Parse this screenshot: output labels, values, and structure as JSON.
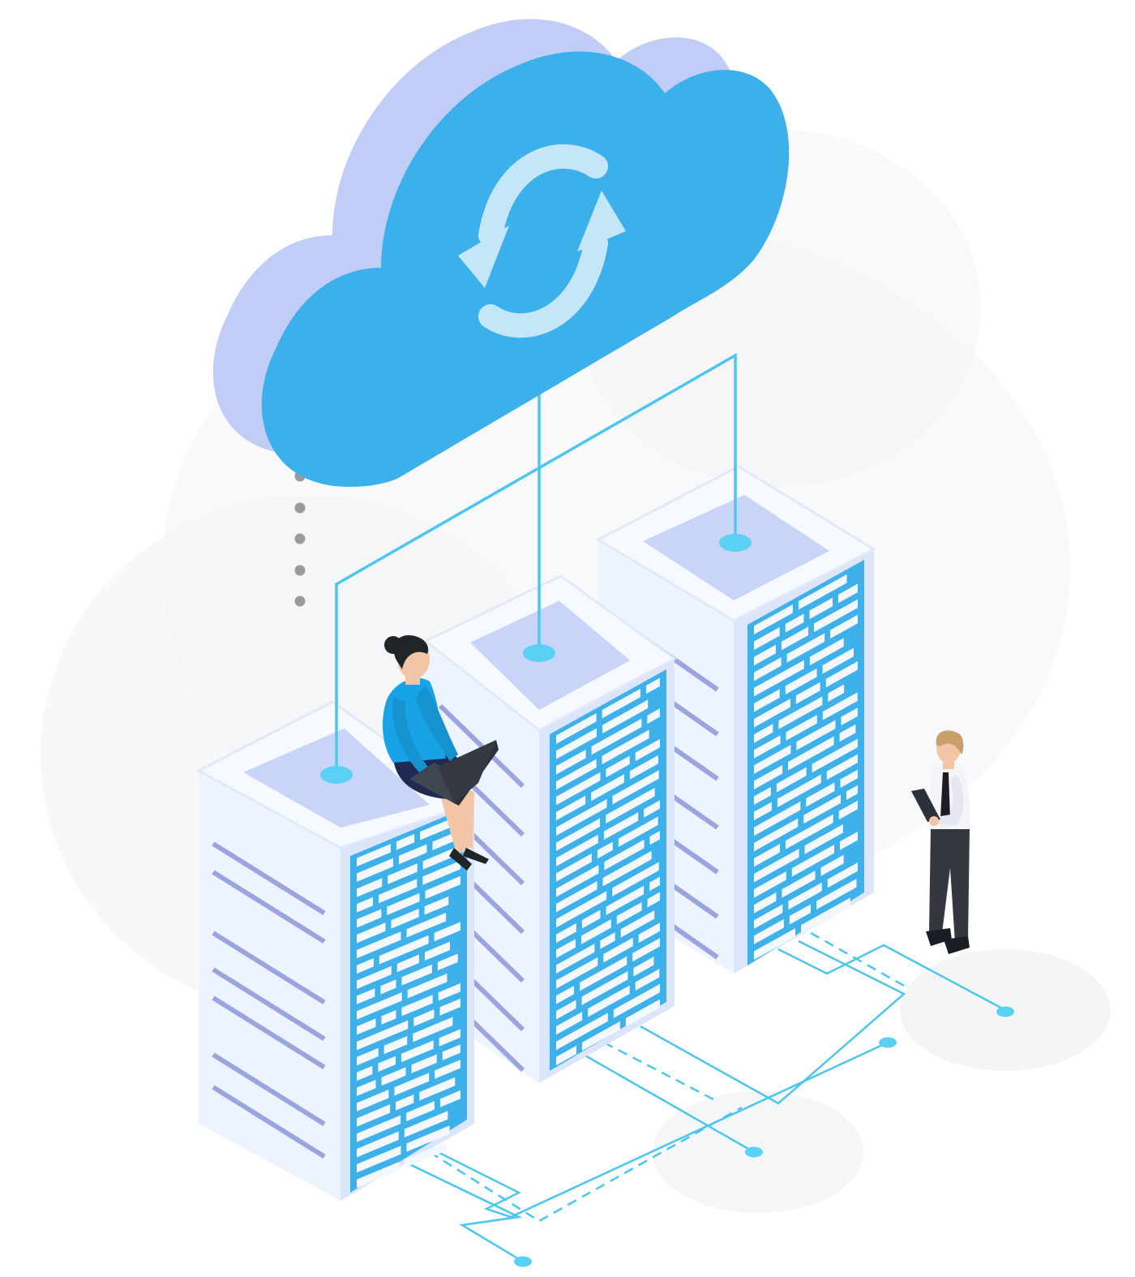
{
  "scene": {
    "type": "isometric-illustration",
    "subject": "cloud-sync-data-center",
    "server_rack_count": 3,
    "people_count": 2
  },
  "colors": {
    "background": "#ffffff",
    "backdrop_blob": "#f3f4f6",
    "cloud_front": "#3bb0ea",
    "cloud_side": "#c0cdf7",
    "sync_arrows": "#c5e6f8",
    "connector_line": "#4cc6ee",
    "connector_node": "#5ad0f5",
    "rack_body": "#eef4ff",
    "rack_side": "#dbe6fb",
    "rack_top_inset": "#c9d5f8",
    "rack_panel": "#3fb1ea",
    "rack_panel_slot": "#f3f8ff",
    "rack_stripe": "#9aa5e0",
    "dots": "#9a9a9a",
    "person_shirt_blue": "#18a3e6",
    "person_skirt": "#1e2a52",
    "laptop": "#2c3038",
    "skin": "#f1c5a6",
    "hair_dark": "#1f2428",
    "hair_blonde": "#c99f6b",
    "shirt_white": "#f2f4f7",
    "trousers": "#34383e",
    "tie": "#1a1e24"
  },
  "icons": {
    "cloud": "cloud-icon",
    "sync": "sync-arrows-icon",
    "laptop": "laptop-icon",
    "tablet": "tablet-icon"
  }
}
